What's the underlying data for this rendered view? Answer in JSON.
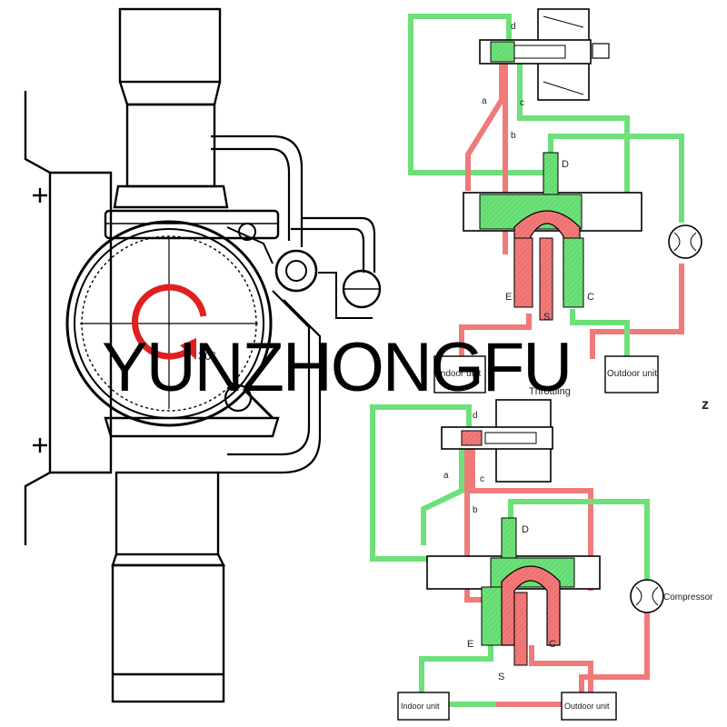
{
  "watermark": "YUNZHONGFU",
  "valve_drawing": {
    "rotation_label": "30°",
    "rotation_color": "#e02020"
  },
  "colors": {
    "high_pressure": "#f07a7a",
    "low_pressure": "#6ee07a",
    "line": "#000000"
  },
  "top_schematic": {
    "labels": {
      "d": "d",
      "a": "a",
      "c": "c",
      "b": "b",
      "D": "D",
      "E": "E",
      "S": "S",
      "C": "C"
    },
    "indoor_unit": "Indoor unit",
    "outdoor_unit": "Outdoor unit",
    "throttling": "Throttling"
  },
  "bottom_schematic": {
    "labels": {
      "d": "d",
      "a": "a",
      "c": "c",
      "b": "b",
      "D": "D",
      "E": "E",
      "S": "S",
      "C": "C"
    },
    "compressor": "Compressor",
    "indoor_unit": "Indoor unit",
    "outdoor_unit": "Outdoor unit"
  },
  "stray_mark": "z"
}
